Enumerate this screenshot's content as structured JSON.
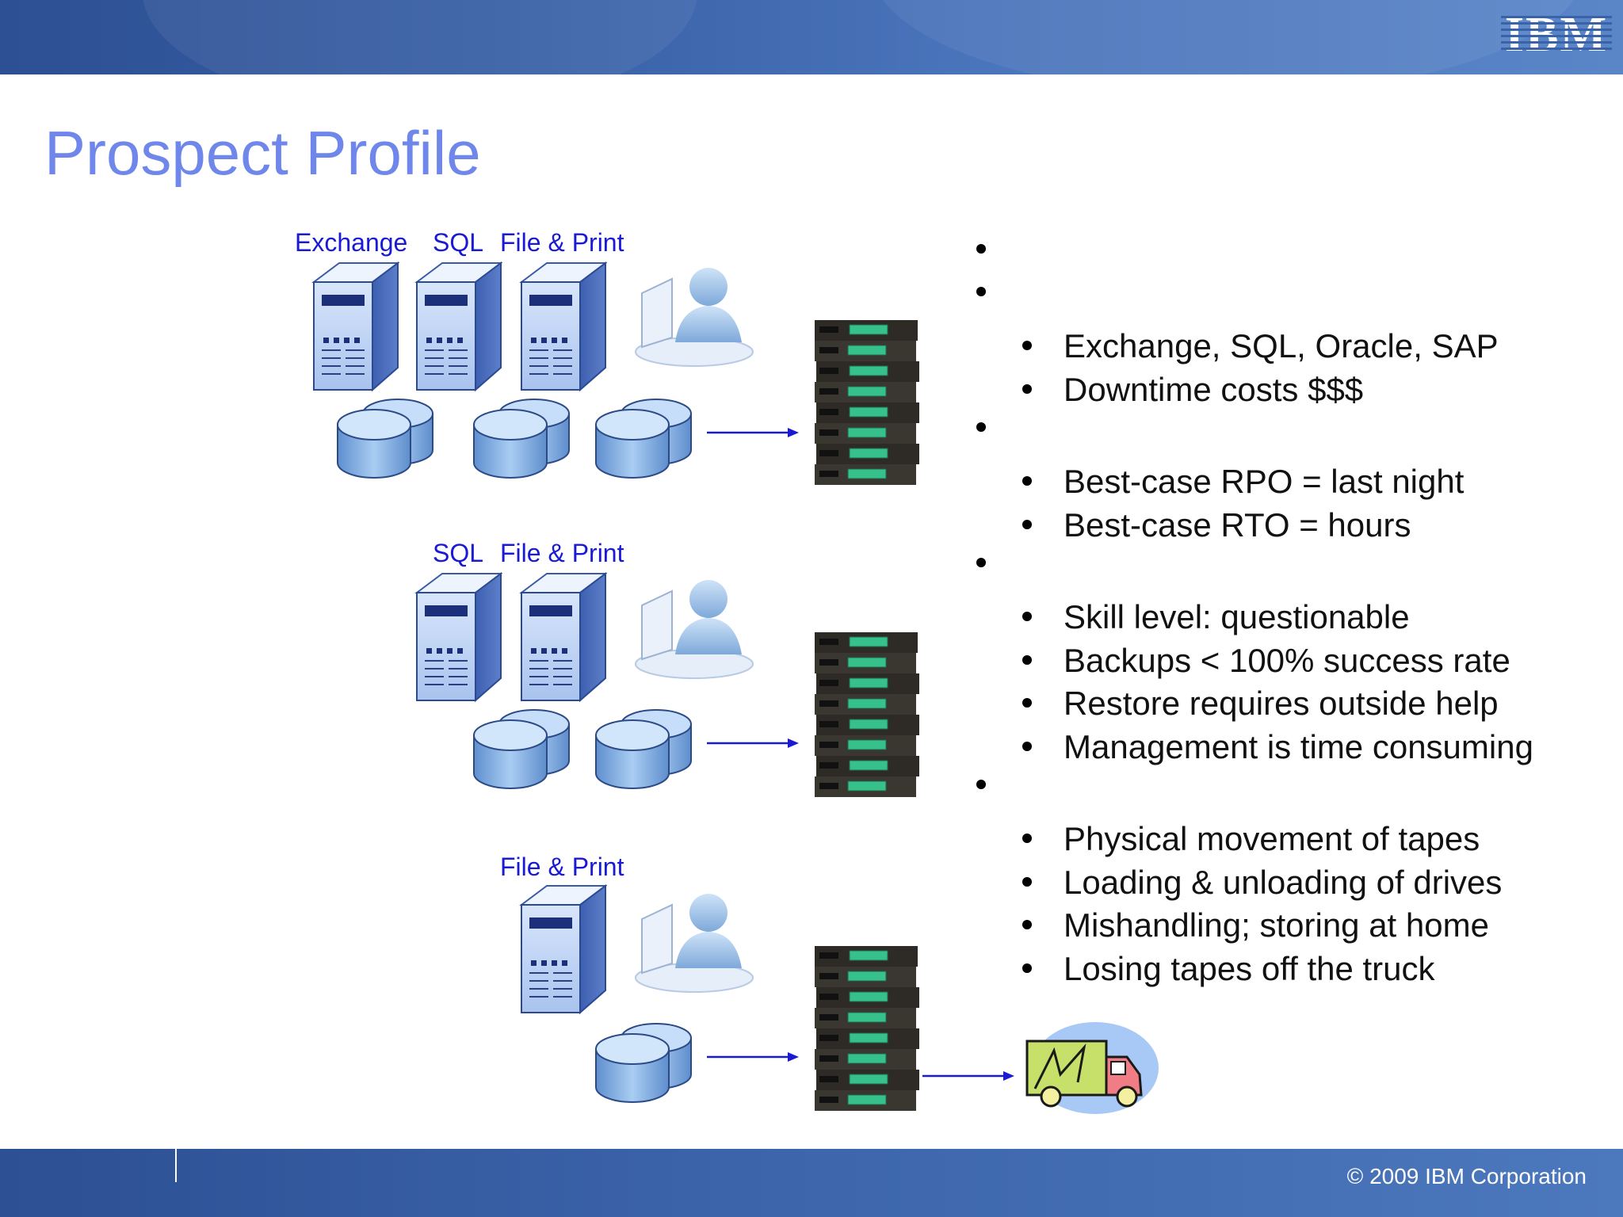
{
  "title": "Prospect Profile",
  "header": {
    "logo": "IBM"
  },
  "footer": {
    "copyright": "© 2009 IBM Corporation"
  },
  "diagram": {
    "row1_labels": [
      "Exchange",
      "SQL",
      "File & Print"
    ],
    "row2_labels": [
      "SQL",
      "File & Print"
    ],
    "row3_labels": [
      "File & Print"
    ]
  },
  "bullets": {
    "group1": [
      "Exchange, SQL, Oracle, SAP",
      "Downtime costs $$$"
    ],
    "group2": [
      "Best-case RPO = last night",
      "Best-case RTO = hours"
    ],
    "group3": [
      "Skill level: questionable",
      "Backups < 100% success rate",
      "Restore requires outside help",
      "Management is time consuming"
    ],
    "group4": [
      "Physical movement of tapes",
      "Loading & unloading of drives",
      "Mishandling; storing at home",
      "Losing tapes off the truck"
    ]
  }
}
